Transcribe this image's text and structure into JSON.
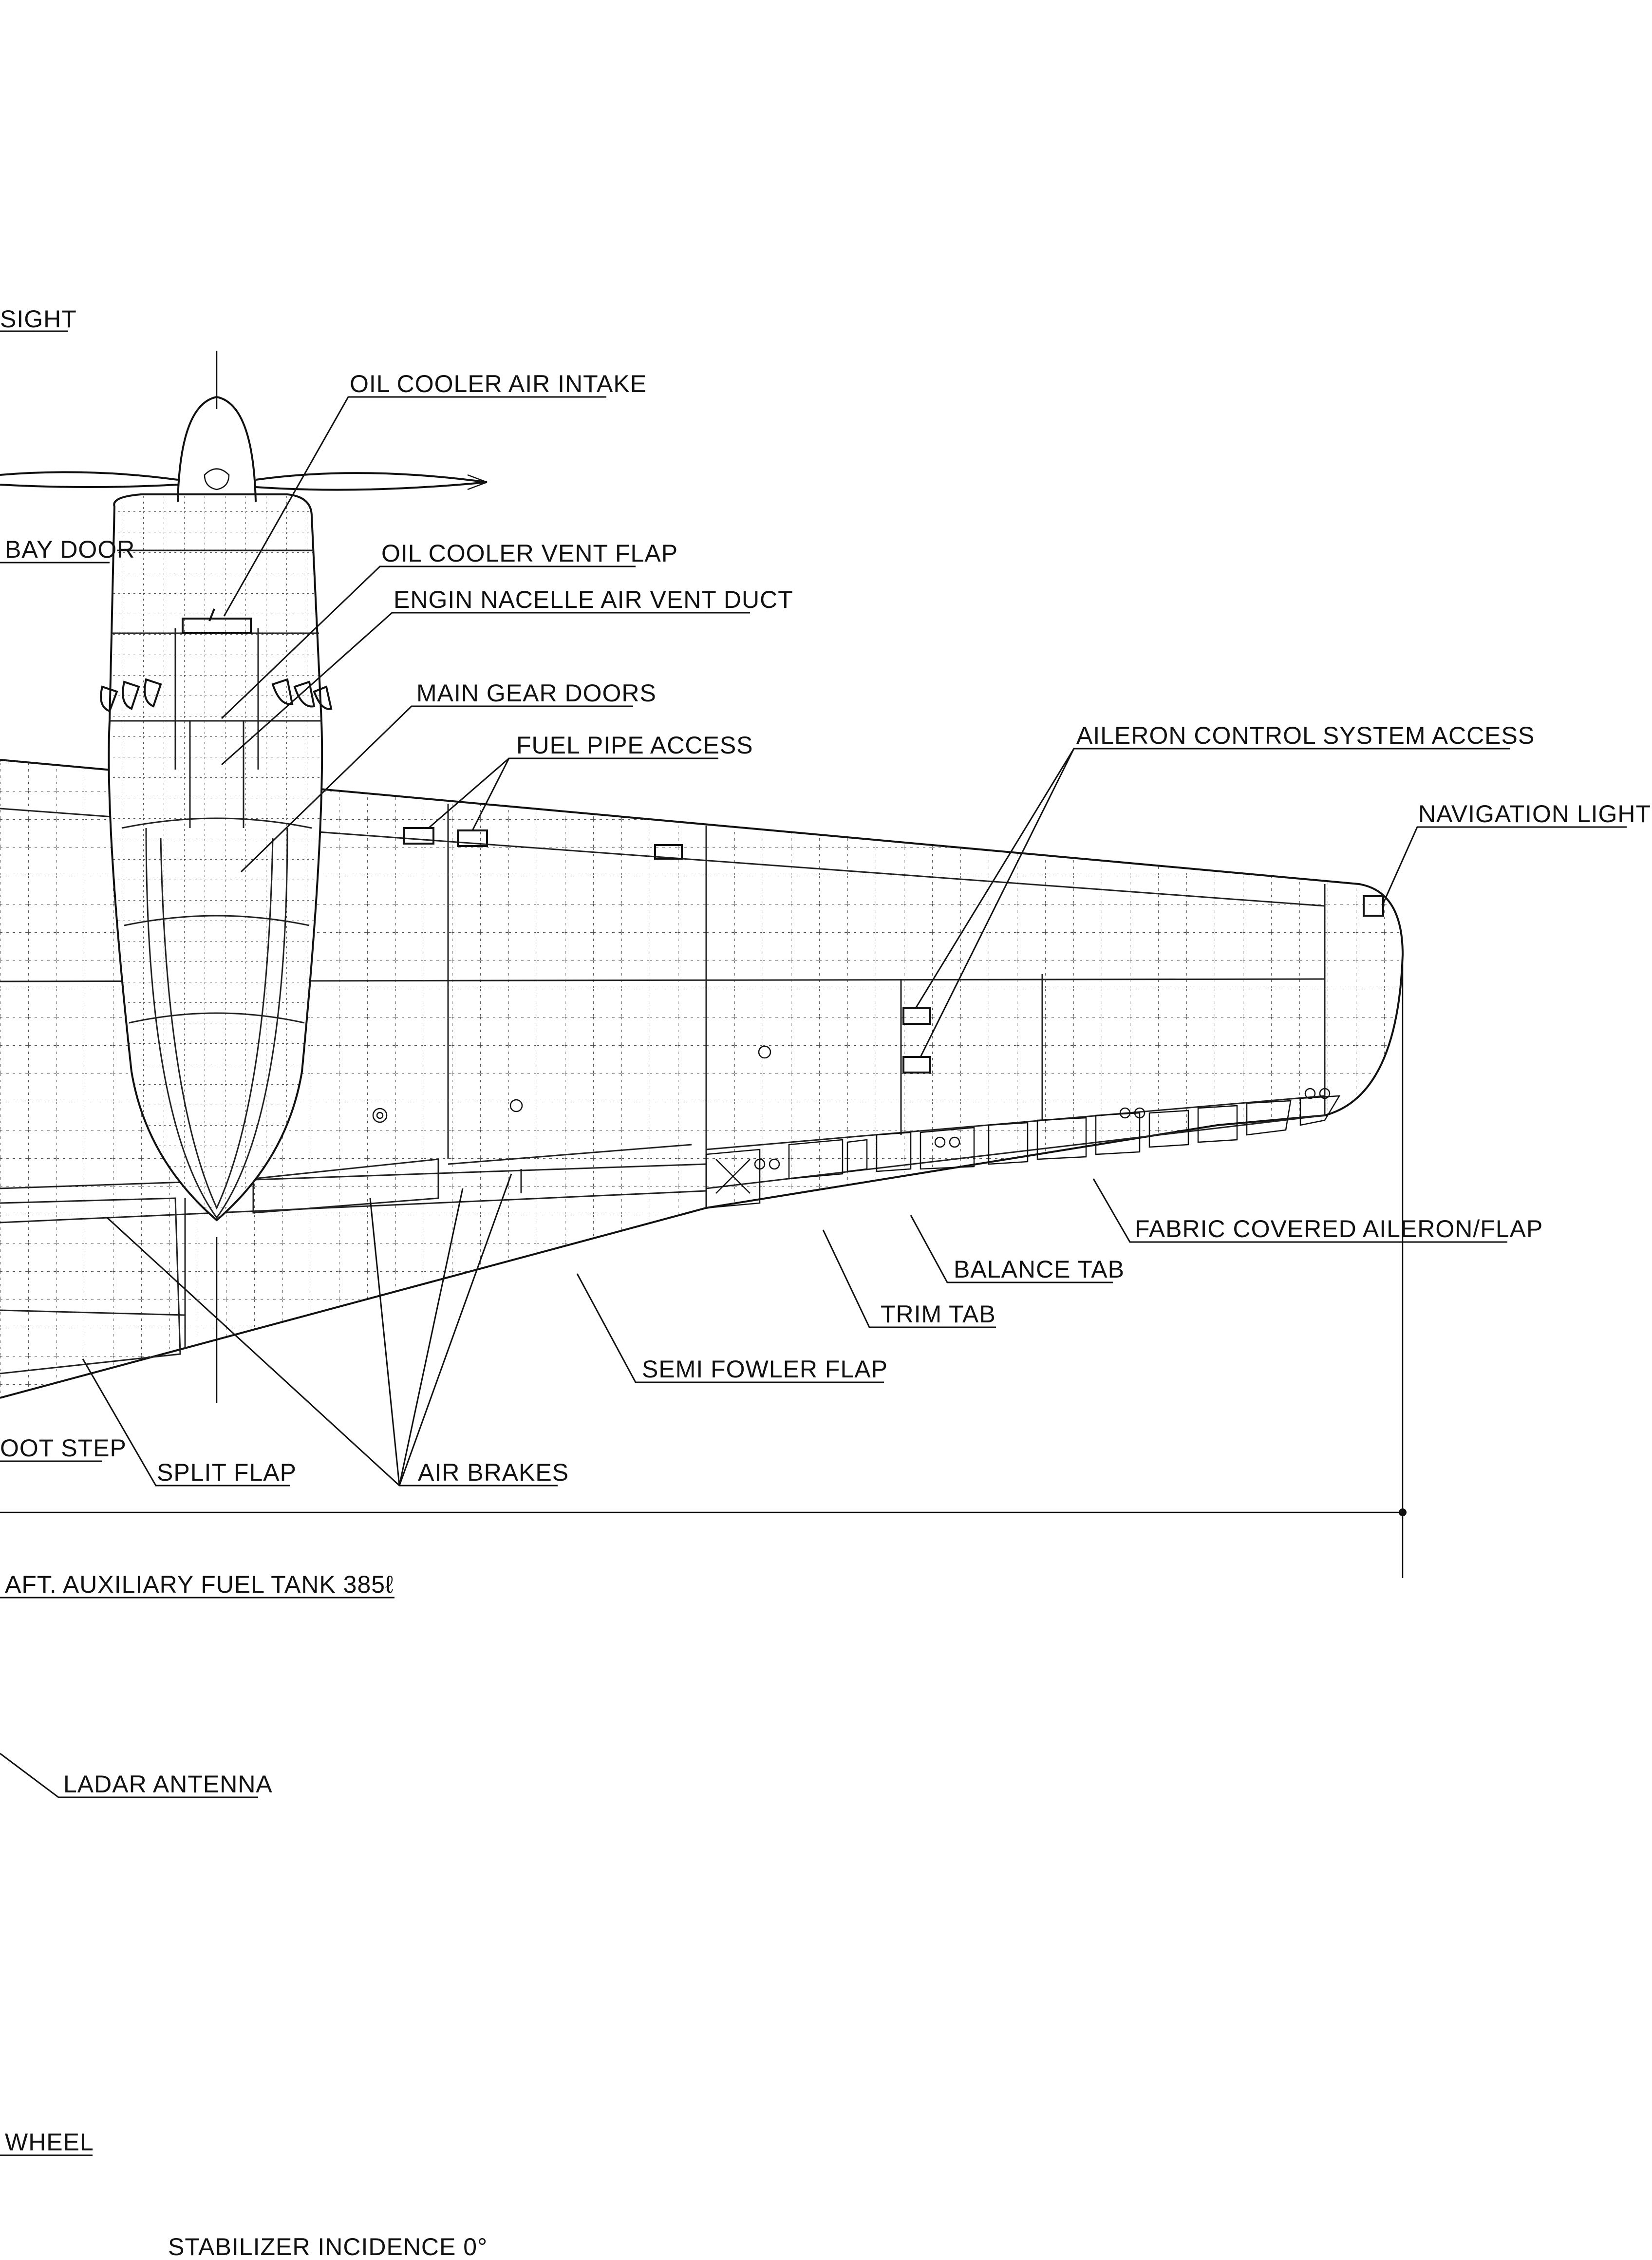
{
  "labels": {
    "sight": "SIGHT",
    "bay_door": "BAY DOOR",
    "oil_cooler_air_intake": "OIL COOLER AIR INTAKE",
    "oil_cooler_vent_flap": "OIL COOLER VENT FLAP",
    "engine_nacelle_air_vent_duct": "ENGIN NACELLE AIR VENT DUCT",
    "main_gear_doors": "MAIN GEAR DOORS",
    "fuel_pipe_access": "FUEL PIPE ACCESS",
    "aileron_control_system_access": "AILERON CONTROL SYSTEM ACCESS",
    "navigation_light": "NAVIGATION LIGHT",
    "fabric_covered_aileron_flap": "FABRIC COVERED AILERON/FLAP",
    "balance_tab": "BALANCE TAB",
    "trim_tab": "TRIM TAB",
    "semi_fowler_flap": "SEMI FOWLER FLAP",
    "foot_step": "OOT STEP",
    "split_flap": "SPLIT FLAP",
    "air_brakes": "AIR BRAKES",
    "aft_auxiliary_fuel_tank": "AFT. AUXILIARY FUEL TANK 385ℓ",
    "ladar_antenna": "LADAR ANTENNA",
    "wheel": "WHEEL",
    "stabilizer_incidence": "STABILIZER  INCIDENCE 0°"
  }
}
